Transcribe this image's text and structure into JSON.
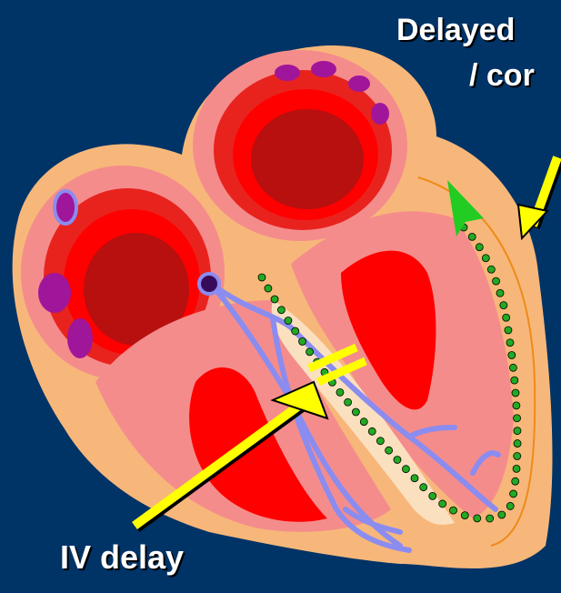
{
  "labels": {
    "top_line1": "Delayed",
    "top_line2": "/ cor",
    "bottom": "IV delay"
  },
  "colors": {
    "background": "#003366",
    "outer_heart": "#f7b77a",
    "tissue_pink": "#f58c8c",
    "tissue_light": "#f9b0a8",
    "chamber_red": "#e8231e",
    "chamber_inner": "#ff0000",
    "chamber_dark": "#b80f0f",
    "conduction_blue": "#8a8cf0",
    "node_purple": "#a0169a",
    "septum_cream": "#fbe0c0",
    "arrow_yellow": "#ffff00",
    "arrow_green": "#22cc22",
    "dots_green": "#22aa22"
  }
}
